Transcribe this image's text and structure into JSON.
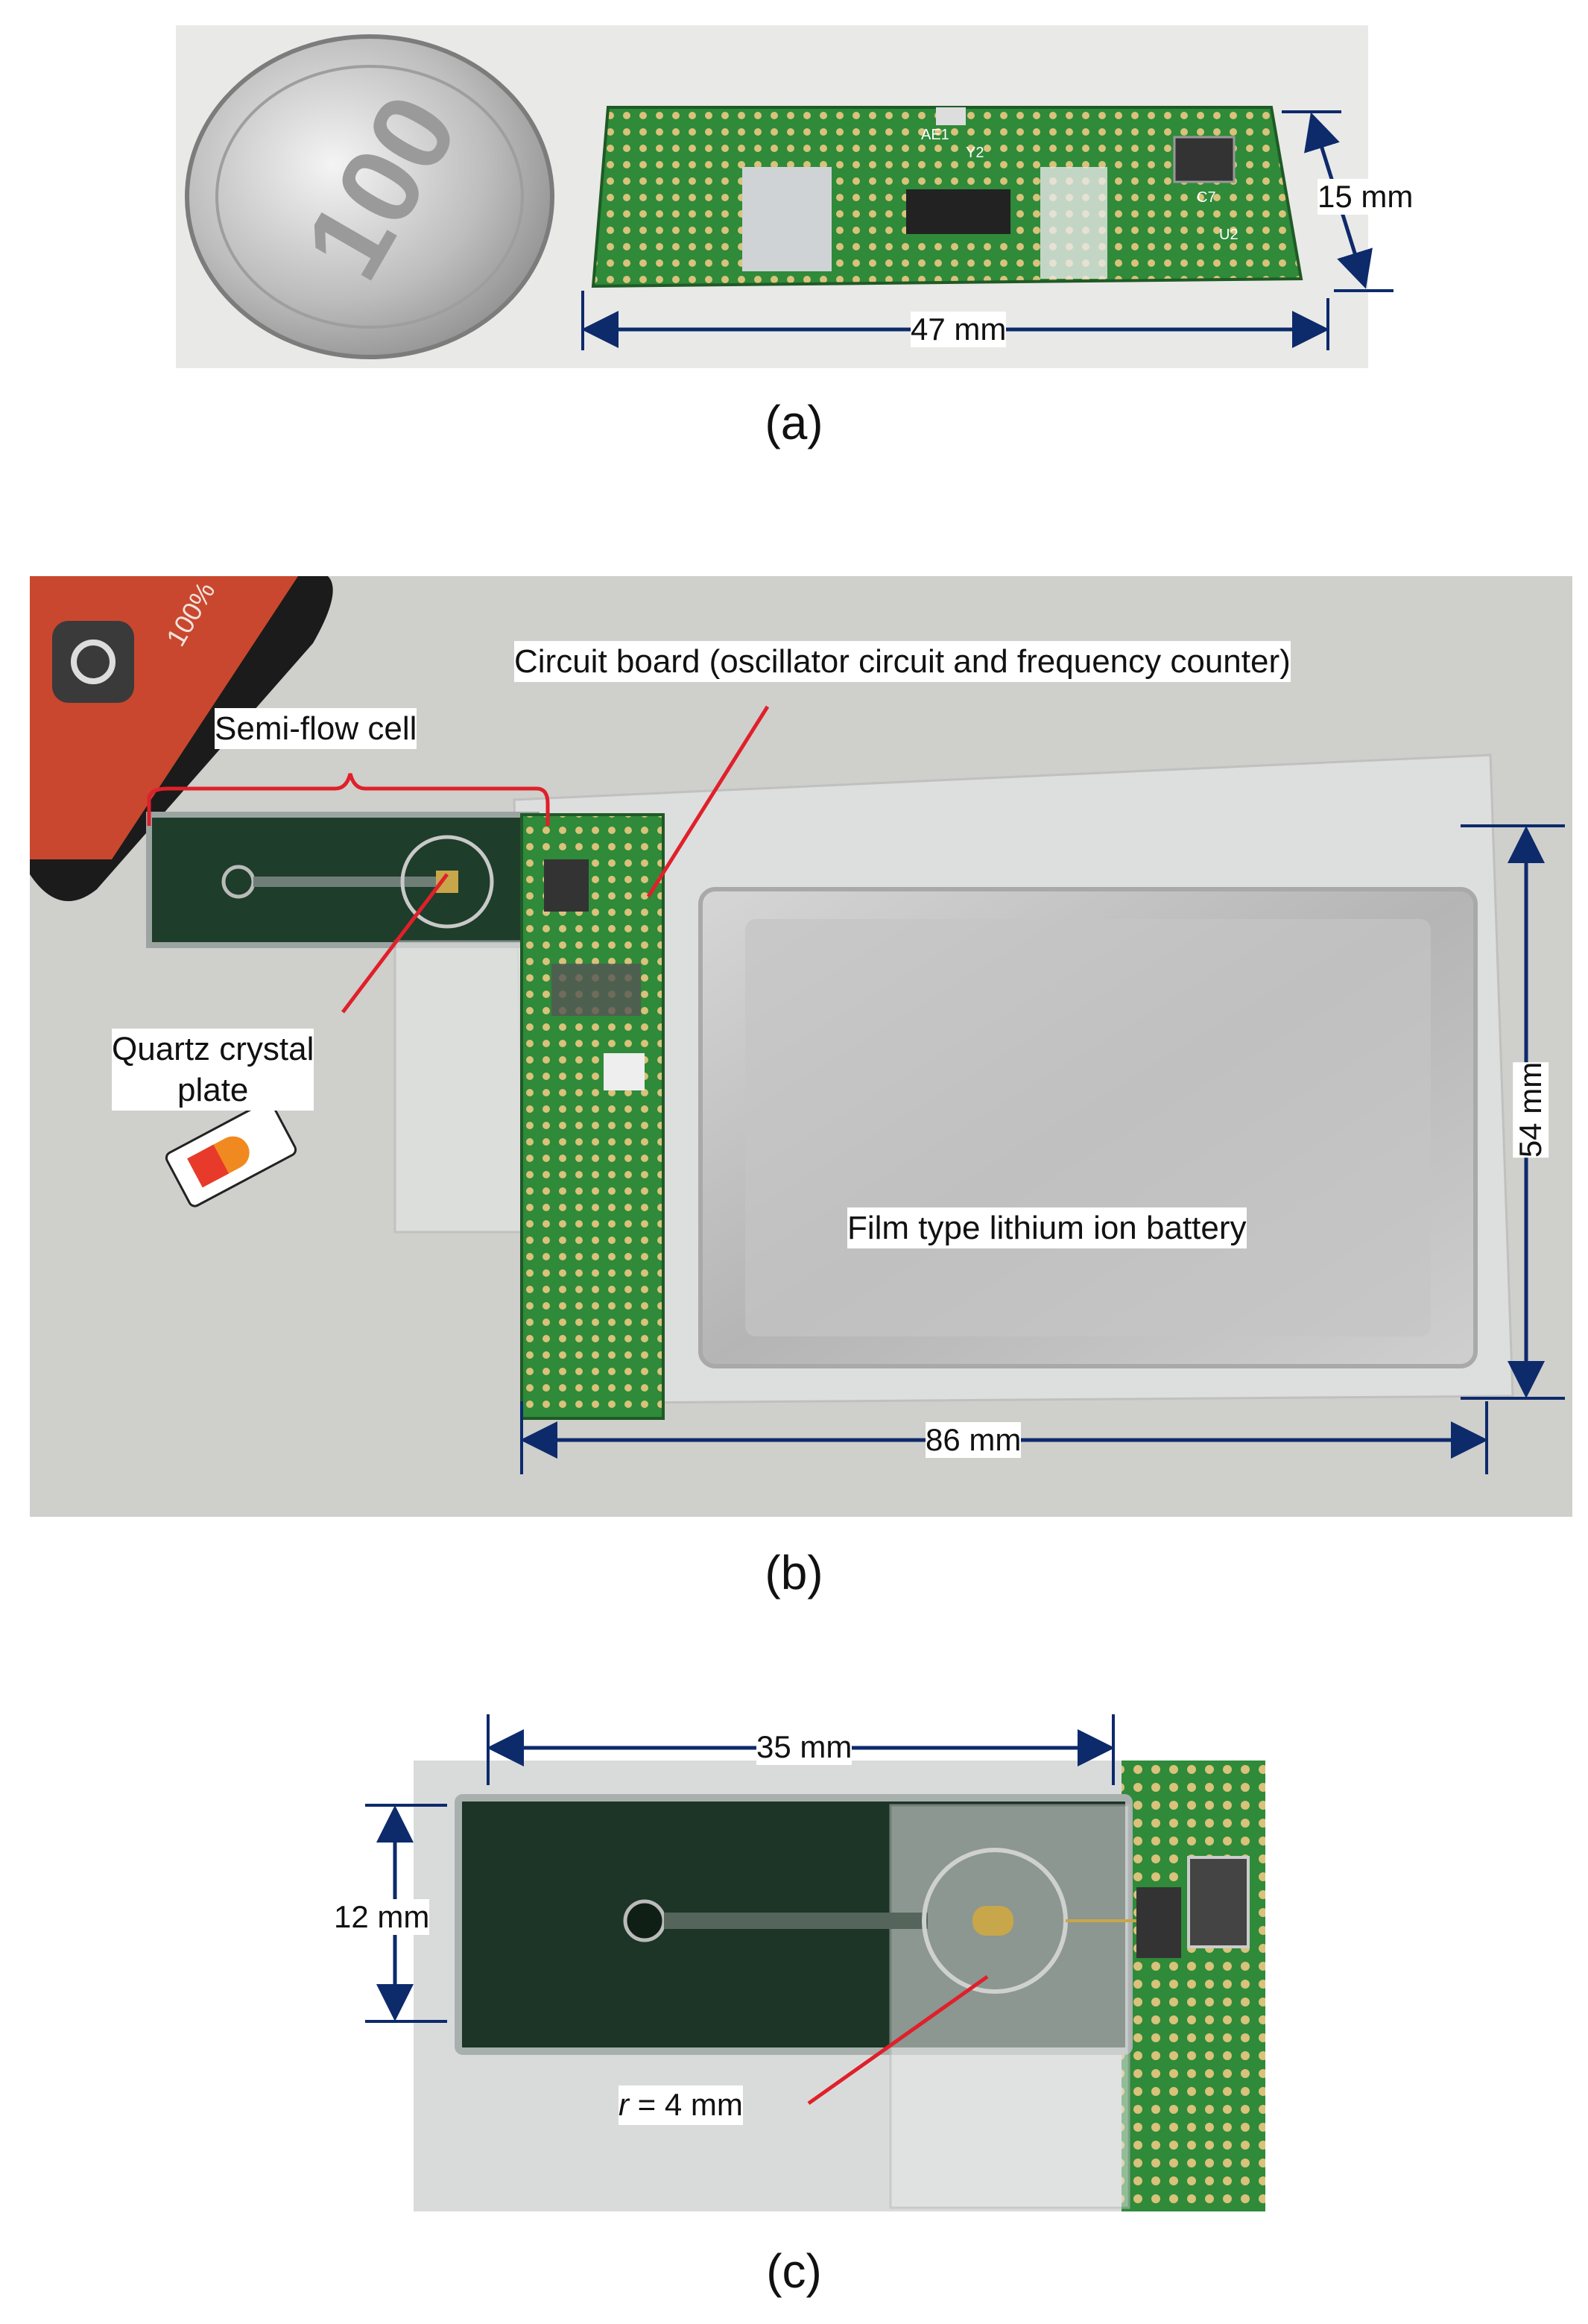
{
  "panels": {
    "a": {
      "caption": "(a)",
      "coin_text": "100",
      "board_labels": [
        "AE1",
        "Y2",
        "C7",
        "U2"
      ],
      "dim_width": "47 mm",
      "dim_height": "15 mm"
    },
    "b": {
      "caption": "(b)",
      "phone_status": "100%",
      "label_circuit": "Circuit board (oscillator circuit and frequency counter)",
      "label_semiflow": "Semi-flow cell",
      "label_quartz": "Quartz crystal\nplate",
      "label_battery": "Film type lithium ion battery",
      "dim_height": "54 mm",
      "dim_width": "86 mm"
    },
    "c": {
      "caption": "(c)",
      "dim_width": "35 mm",
      "dim_height": "12 mm",
      "label_radius_var": "r",
      "label_radius_rest": " = 4 mm"
    }
  },
  "colors": {
    "dimension_line": "#0d2a6b",
    "callout_line": "#e0202a",
    "pcb_green": "#2f8a3a",
    "battery_silver": "#c8c8c8"
  }
}
